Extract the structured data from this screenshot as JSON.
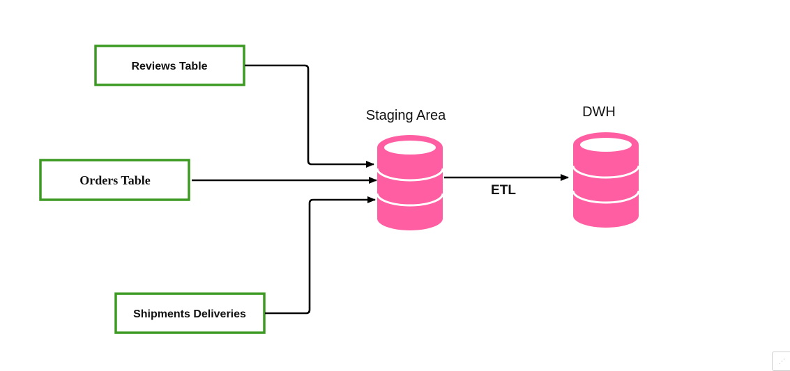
{
  "sources": [
    {
      "id": "reviews",
      "label": "Reviews Table"
    },
    {
      "id": "orders",
      "label": "Orders Table"
    },
    {
      "id": "shipments",
      "label": "Shipments Deliveries"
    }
  ],
  "staging": {
    "label": "Staging Area"
  },
  "dwh": {
    "label": "DWH"
  },
  "etl": {
    "label": "ETL"
  },
  "colors": {
    "source_border": "#3c9a22",
    "database_fill": "#ff5fa2",
    "arrow": "#000000"
  },
  "icons": {
    "corner": "resize-grip-icon"
  }
}
